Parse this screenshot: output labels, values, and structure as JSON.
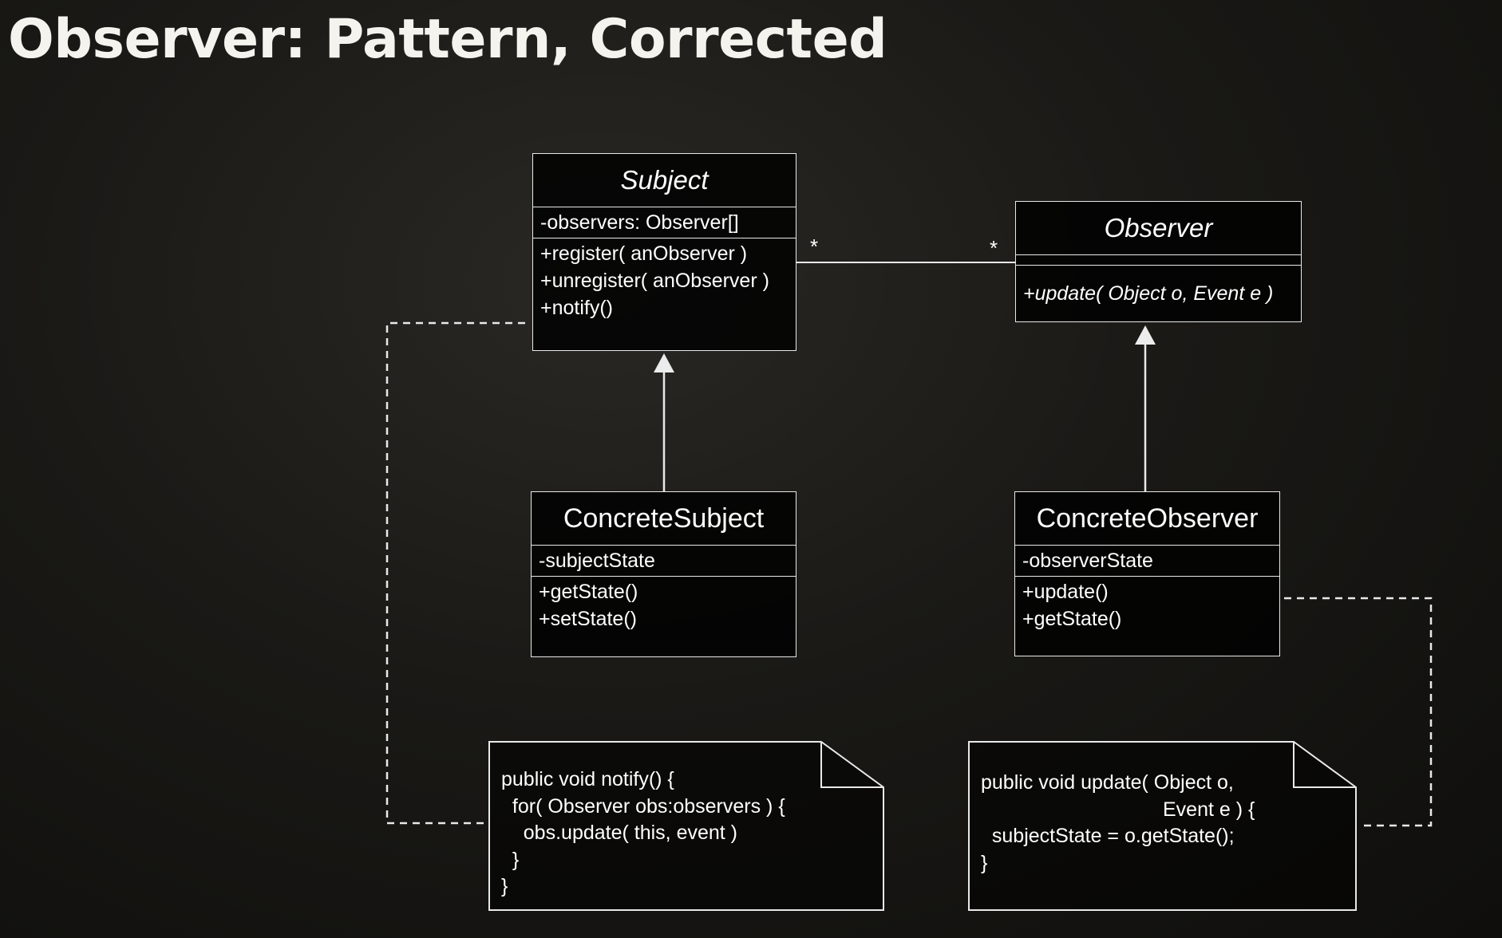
{
  "title": "Observer: Pattern, Corrected",
  "classes": {
    "subject": {
      "name": "Subject",
      "attributes": [
        "-observers: Observer[]"
      ],
      "methods": [
        "+register( anObserver )",
        "+unregister( anObserver )",
        "+notify()"
      ]
    },
    "observer": {
      "name": "Observer",
      "methods": [
        "+update( Object o, Event e )"
      ]
    },
    "concrete_subject": {
      "name": "ConcreteSubject",
      "attributes": [
        "-subjectState"
      ],
      "methods": [
        "+getState()",
        "+setState()"
      ]
    },
    "concrete_observer": {
      "name": "ConcreteObserver",
      "attributes": [
        "-observerState"
      ],
      "methods": [
        "+update()",
        "+getState()"
      ]
    }
  },
  "association": {
    "source_multiplicity": "*",
    "target_multiplicity": "*"
  },
  "notes": {
    "notify_note": [
      "public void notify() {",
      "  for( Observer obs:observers ) {",
      "    obs.update( this, event )",
      "  }",
      "}"
    ],
    "update_note": [
      "public void update( Object o,",
      "Event e ) {",
      "  subjectState = o.getState();",
      "}"
    ]
  },
  "colors": {
    "line": "#e9e9e9",
    "text": "#ffffff",
    "background": "#1a1916"
  }
}
